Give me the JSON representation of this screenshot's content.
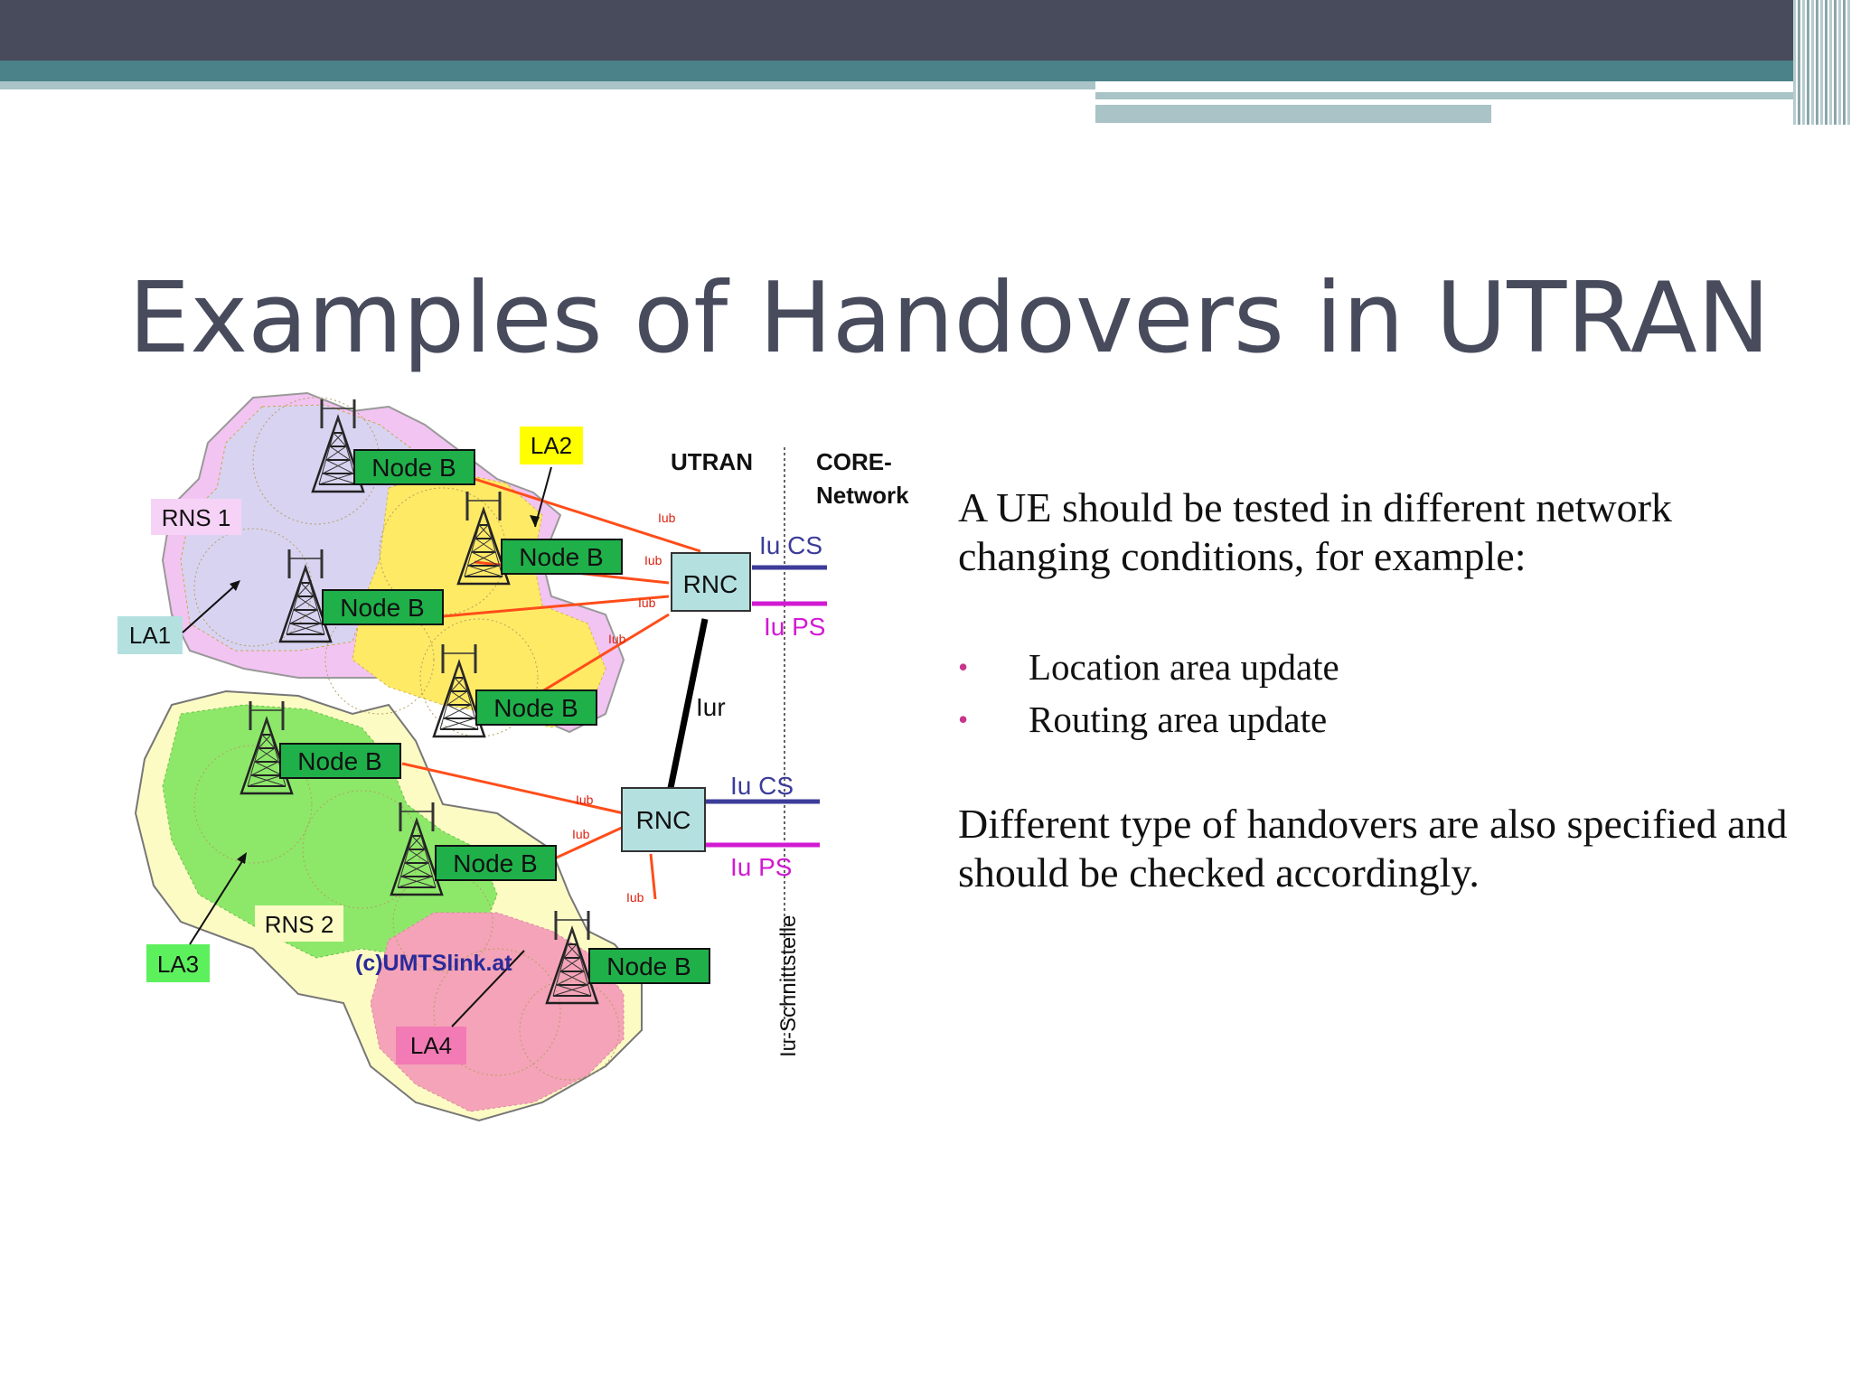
{
  "title": "Examples of Handovers in UTRAN",
  "intro": "A UE should be tested in different network changing conditions, for example:",
  "bullets": [
    "Location area update",
    "Routing area update"
  ],
  "outro": "Different type of handovers are also specified and should be checked accordingly.",
  "diagram": {
    "utran": "UTRAN",
    "core_line1": "CORE-",
    "core_line2": "Network",
    "rns1": "RNS 1",
    "rns2": "RNS 2",
    "la1": "LA1",
    "la2": "LA2",
    "la3": "LA3",
    "la4": "LA4",
    "node_b": "Node B",
    "rnc": "RNC",
    "iub": "Iub",
    "iur": "Iur",
    "iu_cs": "Iu CS",
    "iu_ps": "Iu PS",
    "iu_interface": "Iu-Schnittstelle",
    "copyright": "(c)UMTSlink.at",
    "colors": {
      "la1_rns1": "#d9d3f2",
      "la2": "#ffea66",
      "la3": "#8de86a",
      "la4": "#f5a3b8",
      "rns1_border": "#f2c4f2",
      "rns2_border": "#fdfbc4",
      "node_box": "#1fb04a",
      "rnc_box": "#b4e0e0",
      "iub_line": "#ff4d1a",
      "iu_cs_line": "#3c3c9a",
      "iu_ps_line": "#d21ad2"
    }
  },
  "bullet_color": "#c8358c"
}
